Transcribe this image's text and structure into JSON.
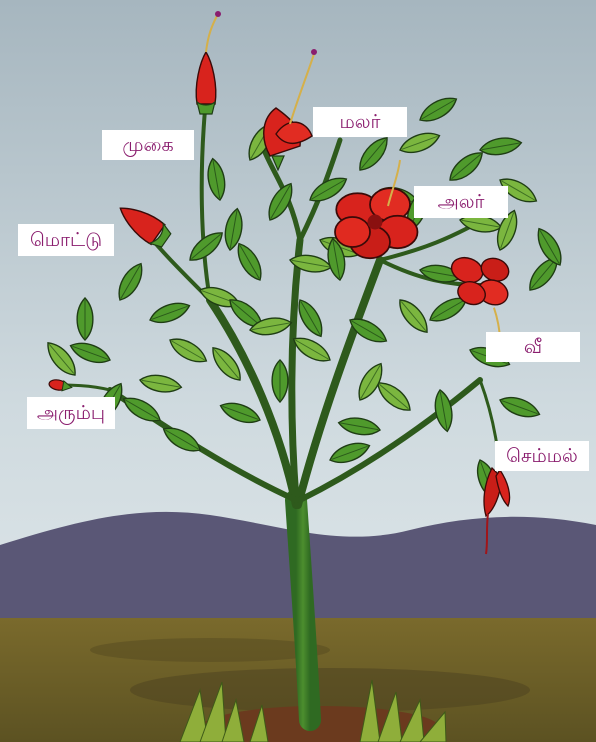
{
  "diagram": {
    "labels": {
      "mukai": "முகை",
      "malar": "மலர்",
      "alar": "அலர்",
      "mottu": "மொட்டு",
      "vee": "வீ",
      "arumbu": "அரும்பு",
      "semmal": "செம்மல்"
    }
  },
  "colors": {
    "sky_top": "#a9b9c1",
    "sky_bottom": "#dde5e8",
    "hills": "#5a5776",
    "ground": "#6a5e2a",
    "grass": "#8fae3a",
    "leaf": "#4f9a2c",
    "flower": "#d8231d",
    "label_text": "#8a1d6e"
  }
}
